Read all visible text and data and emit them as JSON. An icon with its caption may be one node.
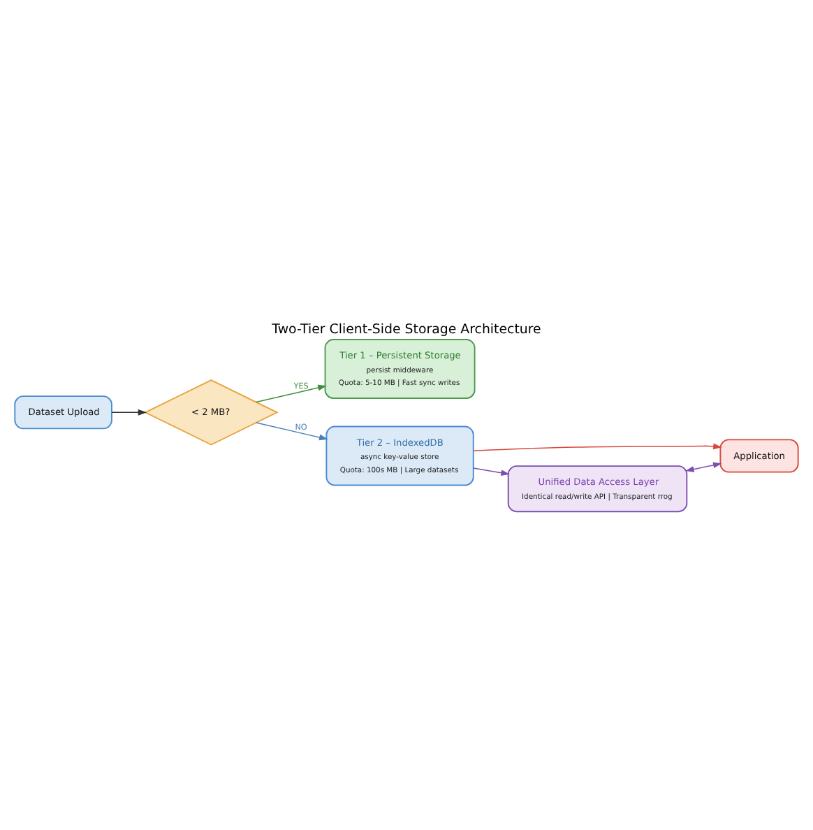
{
  "diagram": {
    "title": "Two-Tier Client-Side Storage Architecture",
    "nodes": [
      {
        "text": [
          "Dataset Upload"
        ]
      },
      {
        "text": [
          "< 2 MB?"
        ]
      },
      {
        "text": [
          "Tier 1 – Persistent Storage",
          "persist middeware",
          "Quota: 5-10 MB | Fast sync writes"
        ]
      },
      {
        "text": [
          "Tier 2 – IndexedDB",
          "async key-value store",
          "Quota: 100s MB | Large datasets"
        ]
      },
      {
        "text": [
          "Application"
        ]
      },
      {
        "text": [
          "Unified Data Access Layer",
          "Identical read/write API | Transparent rrog"
        ]
      }
    ],
    "edges": [
      {
        "from": 0,
        "to": 1,
        "arrow": "to",
        "color": "#333333"
      },
      {
        "from": 1,
        "to": 2,
        "arrow": "to",
        "label": "YES",
        "color": "#3f8f3f"
      },
      {
        "from": 1,
        "to": 3,
        "arrow": "to",
        "label": "NO",
        "color": "#4a7fb5"
      },
      {
        "from": 3,
        "to": 4,
        "arrow": "to",
        "color": "#d9483b"
      },
      {
        "from": 3,
        "to": 5,
        "arrow": "to",
        "color": "#7b4fb0"
      },
      {
        "from": 5,
        "to": 4,
        "arrow": "both",
        "color": "#7b4fb0"
      }
    ]
  }
}
